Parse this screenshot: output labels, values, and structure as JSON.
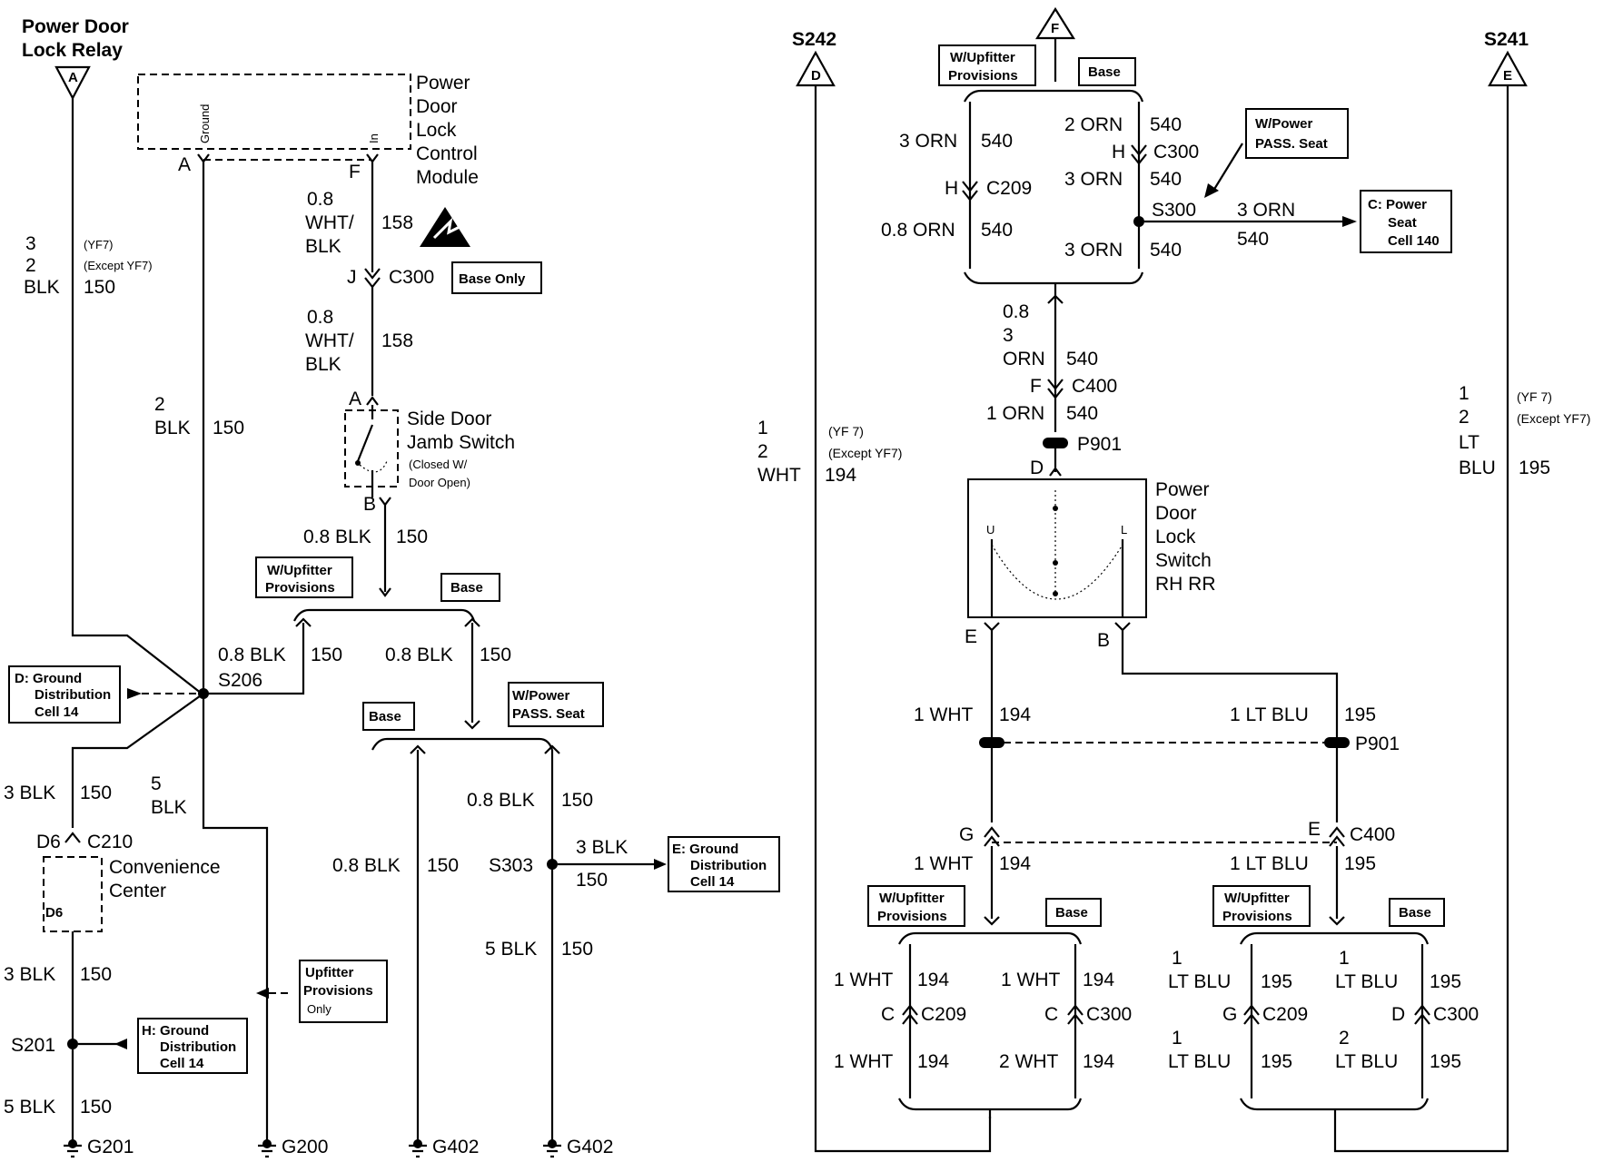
{
  "colors": {
    "ink": "#000000",
    "paper": "#ffffff"
  },
  "left": {
    "relay_title_1": "Power Door",
    "relay_title_2": "Lock Relay",
    "relay_conn": "A",
    "wire_150_top": {
      "gauge_1": "3",
      "gauge_2": "2",
      "color": "BLK",
      "circuit": "150",
      "opt_1": "(YF7)",
      "opt_2": "(Except YF7)"
    },
    "module_label": [
      "Power",
      "Door",
      "Lock",
      "Control",
      "Module"
    ],
    "module_ground_label": "Ground",
    "module_in_label": "In",
    "module_pin_a": "A",
    "module_pin_f": "F",
    "wire_158_upper": {
      "gauge": "0.8",
      "color_1": "WHT/",
      "color_2": "BLK",
      "circuit": "158"
    },
    "c300_pin": "J",
    "c300_label": "C300",
    "base_only": "Base Only",
    "wire_158_lower": {
      "gauge": "0.8",
      "color_1": "WHT/",
      "color_2": "BLK",
      "circuit": "158"
    },
    "wire_150_mid": {
      "gauge": "2",
      "color": "BLK",
      "circuit": "150"
    },
    "jamb_pin_a": "A",
    "jamb_pin_b": "B",
    "jamb_label_1": "Side Door",
    "jamb_label_2": "Jamb Switch",
    "jamb_note_1": "(Closed W/",
    "jamb_note_2": "Door Open)",
    "wire_150_jamb": "0.8 BLK",
    "wire_150_jamb_circuit": "150",
    "upfitter_1": "W/Upfitter",
    "upfitter_2": "Provisions",
    "base": "Base",
    "s206_wire": "0.8 BLK",
    "s206_circuit": "150",
    "s206_label": "S206",
    "base_branch_wire": "0.8 BLK",
    "base_branch_circuit": "150",
    "gd_d": {
      "line1": "D: Ground",
      "line2": "Distribution",
      "line3": "Cell 14"
    },
    "base2": "Base",
    "wpass_1": "W/Power",
    "wpass_2": "PASS. Seat",
    "wire_150_lower_left": {
      "gauge": "3 BLK",
      "circuit": "150"
    },
    "wire_5blk": {
      "gauge": "5",
      "color": "BLK"
    },
    "c210_pin": "D6",
    "c210_label": "C210",
    "conv_label_1": "Convenience",
    "conv_label_2": "Center",
    "conv_inner": "D6",
    "wire_150_c210": {
      "gauge": "3 BLK",
      "circuit": "150"
    },
    "upfitter_only_1": "Upfitter",
    "upfitter_only_2": "Provisions",
    "upfitter_only_3": "Only",
    "s201_label": "S201",
    "gd_h": {
      "line1": "H: Ground",
      "line2": "Distribution",
      "line3": "Cell 14"
    },
    "wire_150_s201": {
      "gauge": "5 BLK",
      "circuit": "150"
    },
    "g201": "G201",
    "g200": "G200",
    "g402a": "G402",
    "g402b": "G402",
    "wire_150_g402a": {
      "gauge": "0.8 BLK",
      "circuit": "150"
    },
    "wire_150_s303_top": {
      "gauge": "0.8 BLK",
      "circuit": "150"
    },
    "s303_label": "S303",
    "s303_branch": {
      "gauge": "3 BLK",
      "circuit": "150"
    },
    "gd_e": {
      "line1": "E: Ground",
      "line2": "Distribution",
      "line3": "Cell 14"
    },
    "wire_150_s303_bot": {
      "gauge": "5 BLK",
      "circuit": "150"
    }
  },
  "right": {
    "s242_label": "S242",
    "s242_conn": "D",
    "wire_194_main": {
      "g1": "1",
      "g2": "2",
      "color": "WHT",
      "circuit": "194",
      "opt_1": "(YF 7)",
      "opt_2": "(Except YF7)"
    },
    "f_conn": "F",
    "upfitter_1": "W/Upfitter",
    "upfitter_2": "Provisions",
    "base": "Base",
    "left_col": {
      "w1": "3 ORN",
      "c1": "540",
      "pin": "H",
      "conn": "C209",
      "w2": "0.8 ORN",
      "c2": "540"
    },
    "right_col": {
      "w1": "2 ORN",
      "c1": "540",
      "pin": "H",
      "conn": "C300",
      "w2": "3 ORN",
      "c2": "540",
      "w3": "3 ORN",
      "c3": "540"
    },
    "wpass_1": "W/Power",
    "wpass_2": "PASS. Seat",
    "s300_label": "S300",
    "s300_branch": {
      "gauge": "3 ORN",
      "circuit": "540"
    },
    "c_power_seat": {
      "line1": "C: Power",
      "line2": "Seat",
      "line3": "Cell 140"
    },
    "wire_540_mid": {
      "g1": "0.8",
      "g2": "3",
      "color": "ORN",
      "circuit": "540"
    },
    "c400_pin": "F",
    "c400_label": "C400",
    "wire_540_lower": {
      "gauge": "1 ORN",
      "circuit": "540"
    },
    "p901_label": "P901",
    "switch_pin_d": "D",
    "switch_label": [
      "Power",
      "Door",
      "Lock",
      "Switch",
      "RH RR"
    ],
    "switch_u": "U",
    "switch_l": "L",
    "switch_pin_e": "E",
    "switch_pin_b": "B",
    "wire_194_p901": {
      "gauge": "1 WHT",
      "circuit": "194"
    },
    "wire_195_p901": {
      "gauge": "1 LT BLU",
      "circuit": "195"
    },
    "p901_label2": "P901",
    "c400_pin_g": "G",
    "c400_pin_e": "E",
    "c400_label2": "C400",
    "wire_194_c400": {
      "gauge": "1 WHT",
      "circuit": "194"
    },
    "wire_195_c400": {
      "gauge": "1 LT BLU",
      "circuit": "195"
    },
    "wht_group": {
      "up_1": "W/Upfitter",
      "up_2": "Provisions",
      "base": "Base",
      "l_top": {
        "gauge": "1 WHT",
        "circuit": "194"
      },
      "l_pin": "C",
      "l_conn": "C209",
      "l_bot": {
        "gauge": "1 WHT",
        "circuit": "194"
      },
      "r_top": {
        "gauge": "1 WHT",
        "circuit": "194"
      },
      "r_pin": "C",
      "r_conn": "C300",
      "r_bot": {
        "gauge": "2 WHT",
        "circuit": "194"
      }
    },
    "blu_group": {
      "up_1": "W/Upfitter",
      "up_2": "Provisions",
      "base": "Base",
      "l_top": {
        "g1": "1",
        "g2": "LT BLU",
        "circuit": "195"
      },
      "l_pin": "G",
      "l_conn": "C209",
      "l_bot": {
        "g1": "1",
        "g2": "LT BLU",
        "circuit": "195"
      },
      "r_top": {
        "g1": "1",
        "g2": "LT BLU",
        "circuit": "195"
      },
      "r_pin": "D",
      "r_conn": "C300",
      "r_bot": {
        "g1": "2",
        "g2": "LT BLU",
        "circuit": "195"
      }
    },
    "s241_label": "S241",
    "s241_conn": "E",
    "wire_195_main": {
      "g1": "1",
      "g2": "2",
      "color_1": "LT",
      "color_2": "BLU",
      "circuit": "195",
      "opt_1": "(YF 7)",
      "opt_2": "(Except YF7)"
    }
  }
}
